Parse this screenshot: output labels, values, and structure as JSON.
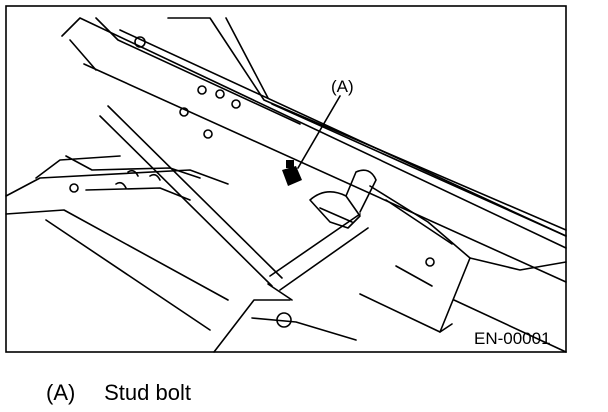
{
  "diagram": {
    "callout": "(A)",
    "figure_code": "EN-00001"
  },
  "legend": {
    "items": [
      {
        "key": "(A)",
        "text": "Stud bolt"
      }
    ]
  }
}
